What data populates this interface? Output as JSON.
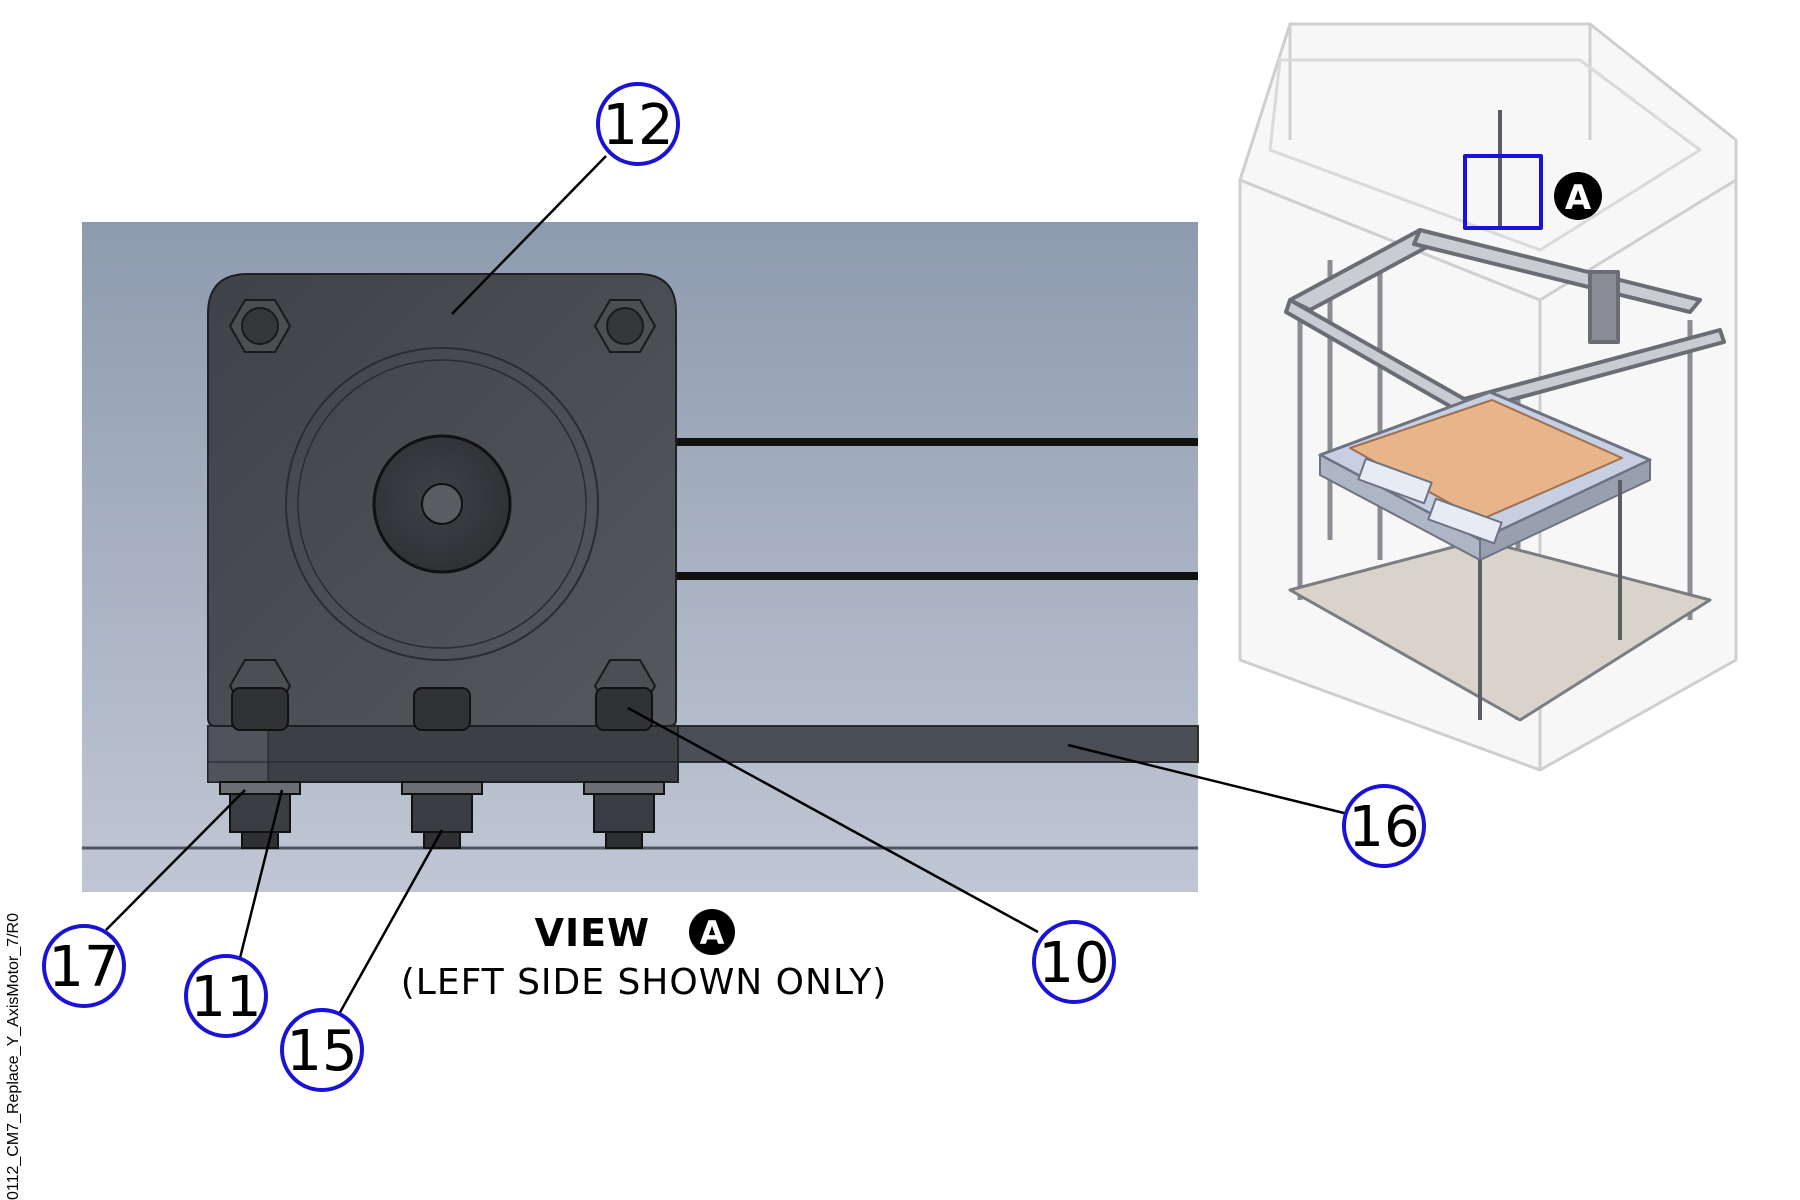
{
  "document_id": "0112_CM7_Replace_Y_AxisMotor_7/R0",
  "view": {
    "title": "VIEW",
    "marker": "A",
    "subtitle": "(LEFT SIDE SHOWN ONLY)"
  },
  "overview_marker": "A",
  "balloons": [
    {
      "id": "12",
      "label": "12"
    },
    {
      "id": "16",
      "label": "16"
    },
    {
      "id": "10",
      "label": "10"
    },
    {
      "id": "17",
      "label": "17"
    },
    {
      "id": "11",
      "label": "11"
    },
    {
      "id": "15",
      "label": "15"
    }
  ],
  "colors": {
    "balloon_stroke": "#1a12d6",
    "view_bg_top": "#8e9caf",
    "view_bg_bottom": "#bfc6d3",
    "motor_body": "#4a4d52",
    "bed_plate": "#e8b48a",
    "callout_box": "#1a12d6"
  }
}
